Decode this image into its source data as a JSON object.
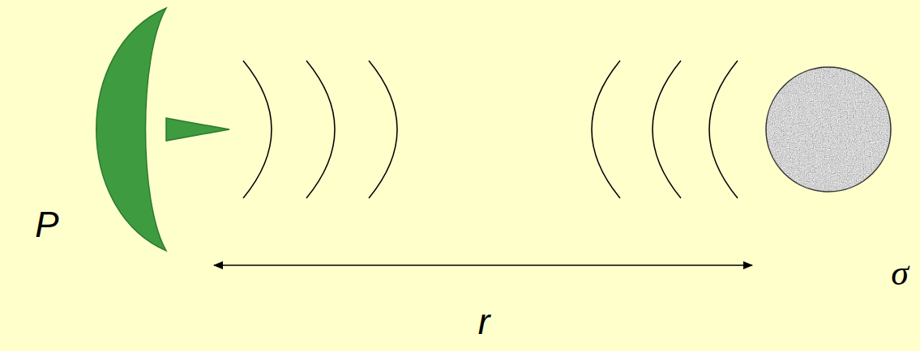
{
  "diagram": {
    "labels": [
      "P",
      "r",
      "σ"
    ]
  }
}
